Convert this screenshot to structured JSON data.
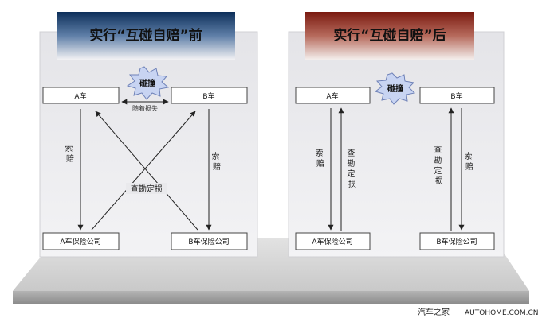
{
  "panels": {
    "before": {
      "title": "实行“互碰自赔”前",
      "car_a": "A车",
      "car_b": "B车",
      "insurer_a": "A车保险公司",
      "insurer_b": "B车保险公司",
      "collision": "碰撞",
      "loss_label": "随着损失",
      "claim_left": "索赔",
      "claim_right": "索赔",
      "survey": "查勘定损"
    },
    "after": {
      "title": "实行“互碰自赔”后",
      "car_a": "A车",
      "car_b": "B车",
      "insurer_a": "A车保险公司",
      "insurer_b": "B车保险公司",
      "collision": "碰撞",
      "claim_a": "索赔",
      "survey_a": "查勘定损",
      "survey_b": "查勘定损",
      "claim_b": "索赔"
    }
  },
  "footer": {
    "site_name": "汽车之家",
    "site_url": "AUTOHOME.COM.CN"
  },
  "colors": {
    "title_before_top": "#0d2f5a",
    "title_after_top": "#7a1a10",
    "panel_bg": "#e8e8ea",
    "box_border": "#444444",
    "burst_fill": "#c8d4f2"
  }
}
